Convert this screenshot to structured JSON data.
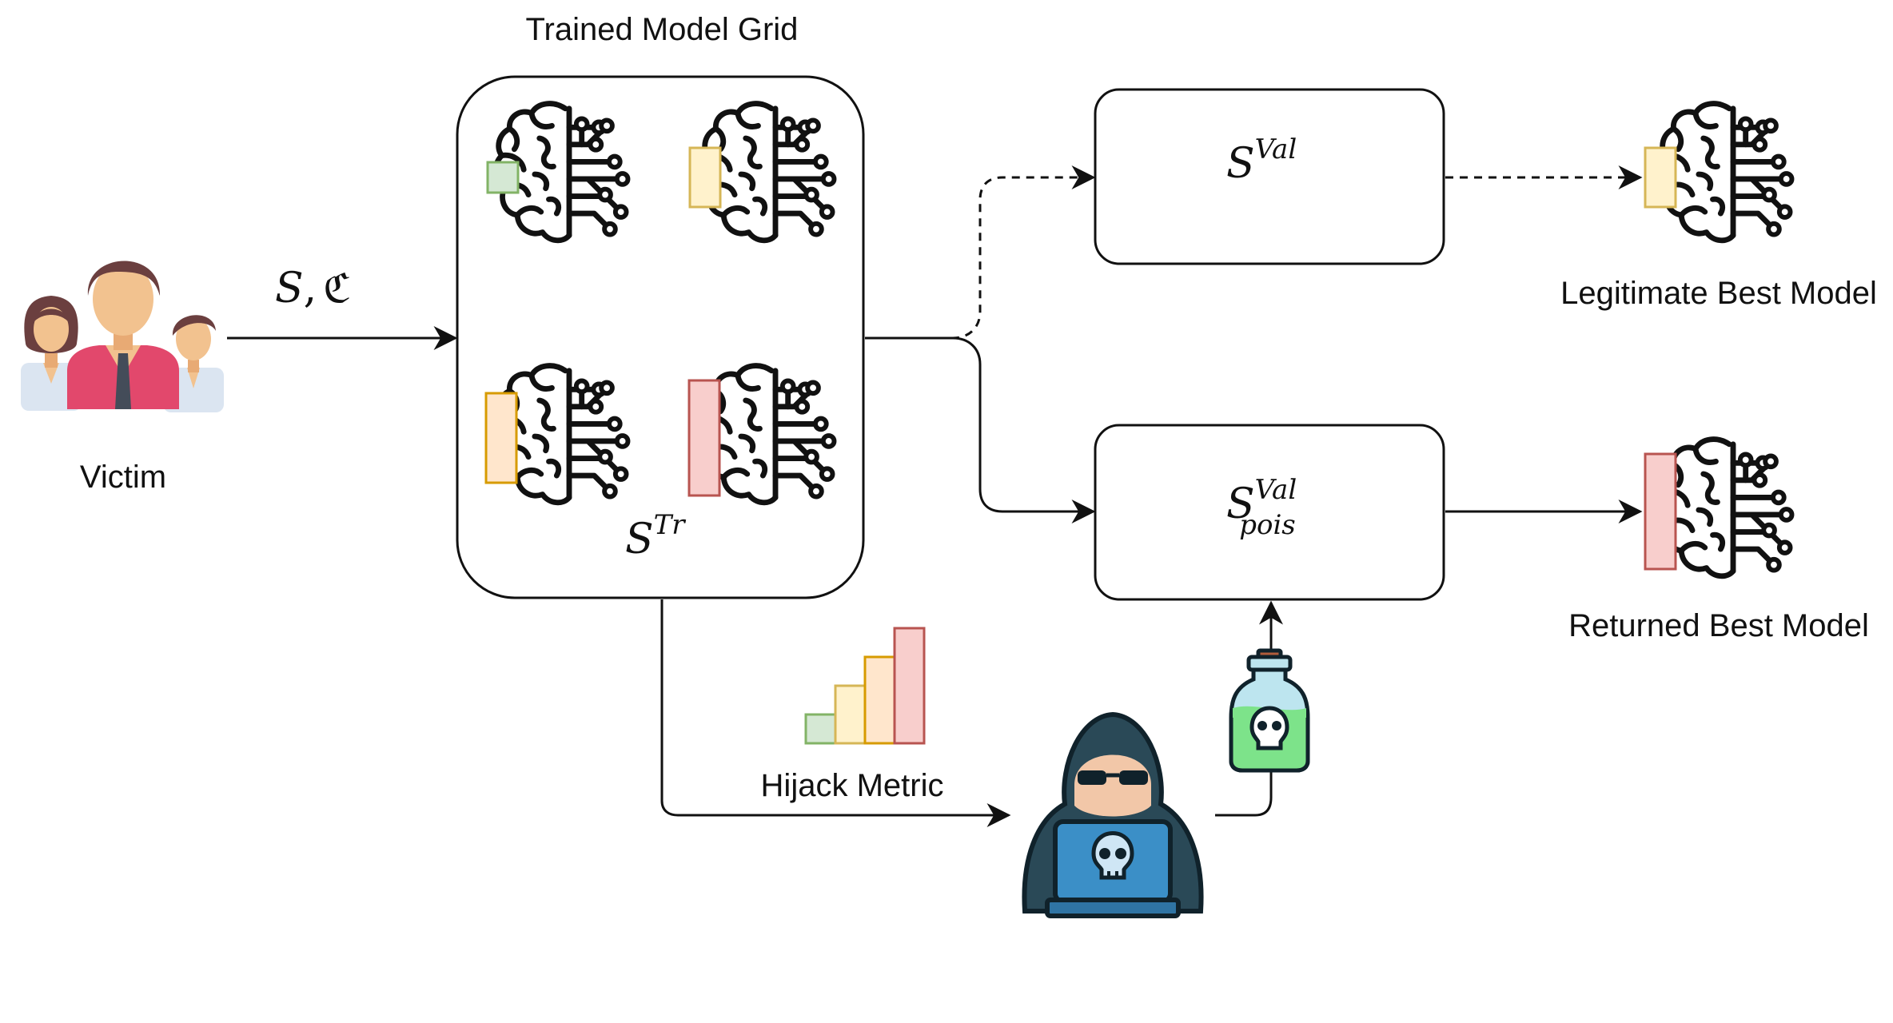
{
  "labels": {
    "grid_title": "Trained Model Grid",
    "victim": "Victim",
    "hijack_metric": "Hijack Metric",
    "legit_best": "Legitimate Best Model",
    "returned_best": "Returned Best Model"
  },
  "math": {
    "input_s": "S",
    "input_sep": ",",
    "input_c": "ℭ",
    "train_base": "S",
    "train_sup": "Tr",
    "val_base": "S",
    "val_sup": "Val",
    "pois_base": "S",
    "pois_sup": "Val",
    "pois_sub": "pois"
  },
  "metric_bars": {
    "values": [
      1,
      2,
      3,
      4
    ],
    "colors": [
      {
        "fill": "#d5e8d4",
        "stroke": "#82b366"
      },
      {
        "fill": "#fff2cc",
        "stroke": "#d6b656"
      },
      {
        "fill": "#ffe6cc",
        "stroke": "#d79b00"
      },
      {
        "fill": "#f8cecc",
        "stroke": "#b85450"
      }
    ]
  },
  "models": {
    "grid": [
      {
        "metric": 1,
        "color": "green"
      },
      {
        "metric": 2,
        "color": "yellow"
      },
      {
        "metric": 3,
        "color": "orange"
      },
      {
        "metric": 4,
        "color": "red"
      }
    ],
    "legitimate": {
      "metric": 2,
      "color": "yellow"
    },
    "returned": {
      "metric": 4,
      "color": "red"
    }
  },
  "icons": [
    "victim-group-icon",
    "brain-circuit-icon",
    "hacker-laptop-icon",
    "poison-bottle-icon",
    "skull-icon"
  ],
  "colors": {
    "stroke": "#111111",
    "green_fill": "#d5e8d4",
    "green_stroke": "#82b366",
    "yellow_fill": "#fff2cc",
    "yellow_stroke": "#d6b656",
    "orange_fill": "#ffe6cc",
    "orange_stroke": "#d79b00",
    "red_fill": "#f8cecc",
    "red_stroke": "#b85450",
    "hacker_hood": "#2a4957",
    "laptop": "#3b8fc7",
    "potion": "#7de38a"
  }
}
